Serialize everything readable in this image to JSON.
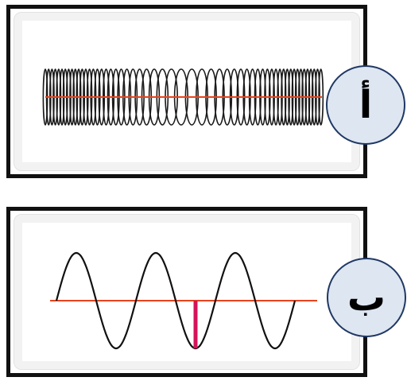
{
  "diagrams": {
    "a": {
      "label": "أ",
      "kind": "longitudinal-wave-spring",
      "coil_color": "#1a1a1a",
      "axis_color": "#e8431e"
    },
    "b": {
      "label": "ب",
      "kind": "transverse-wave",
      "cycles": 3,
      "wave_color": "#111111",
      "axis_color": "#e8431e",
      "amplitude_marker_color": "#d4145a"
    }
  }
}
